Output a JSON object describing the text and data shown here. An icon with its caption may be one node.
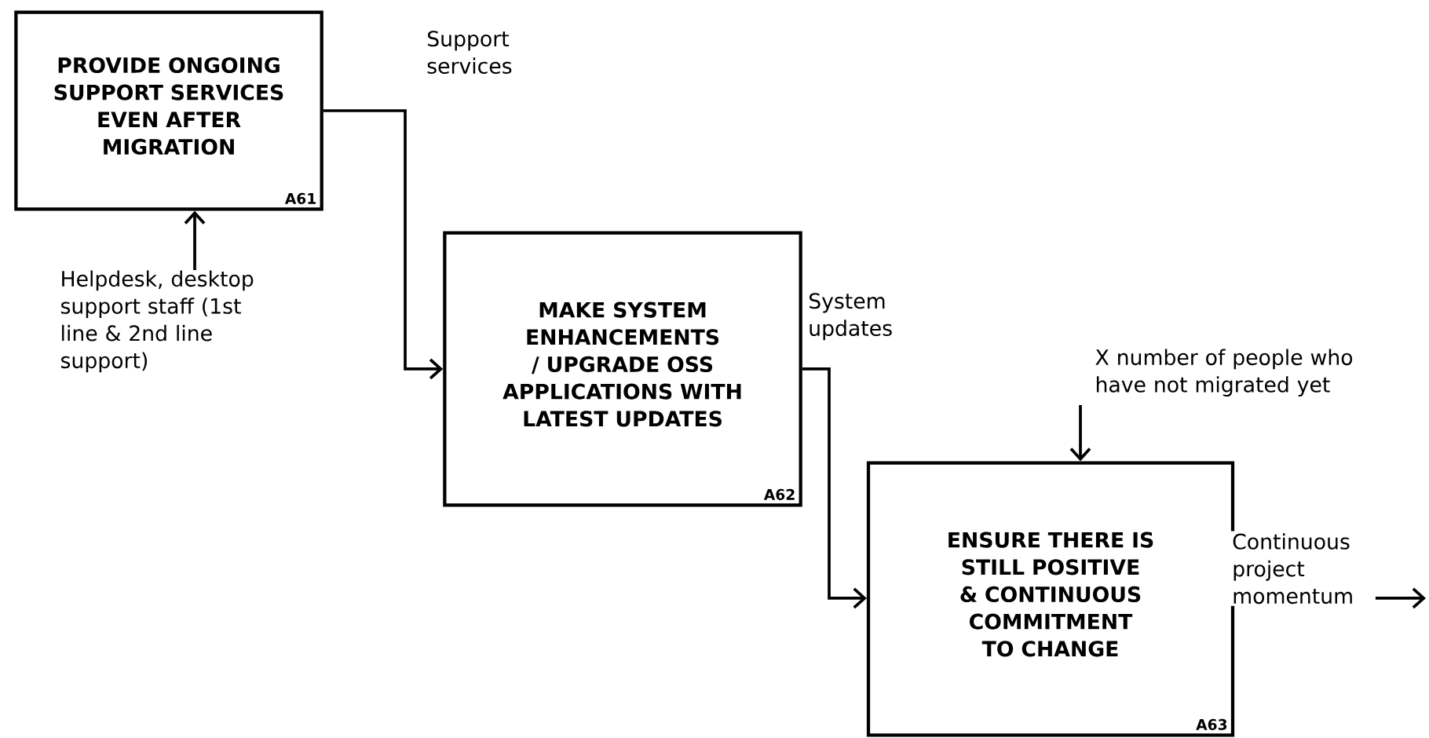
{
  "diagram": {
    "nodes": [
      {
        "text": [
          "PROVIDE ONGOING SUPPORT SERVICES EVEN AFTER MIGRATION",
          "A61"
        ]
      },
      {
        "text": [
          "MAKE SYSTEM ENHANCEMENTS / UPGRADE OSS APPLICATIONS WITH LATEST UPDATES",
          "A62"
        ]
      },
      {
        "text": [
          "ENSURE THERE IS STILL POSITIVE & CONTINUOUS COMMITMENT TO CHANGE",
          "A63"
        ]
      },
      {
        "text": [
          "Helpdesk, desktop support staff (1st line & 2nd line support)"
        ]
      },
      {
        "text": [
          "X number of people who have not migrated yet"
        ]
      }
    ],
    "edges": [
      {
        "from": 0,
        "to": 1,
        "arrow": "to",
        "label": "Support services"
      },
      {
        "from": 1,
        "to": 2,
        "arrow": "to",
        "label": "System updates"
      },
      {
        "from": 2,
        "to": null,
        "arrow": "to",
        "label": "Continuous project momentum"
      },
      {
        "from": 3,
        "to": 0,
        "arrow": "to"
      },
      {
        "from": 4,
        "to": 2,
        "arrow": "to"
      }
    ]
  }
}
